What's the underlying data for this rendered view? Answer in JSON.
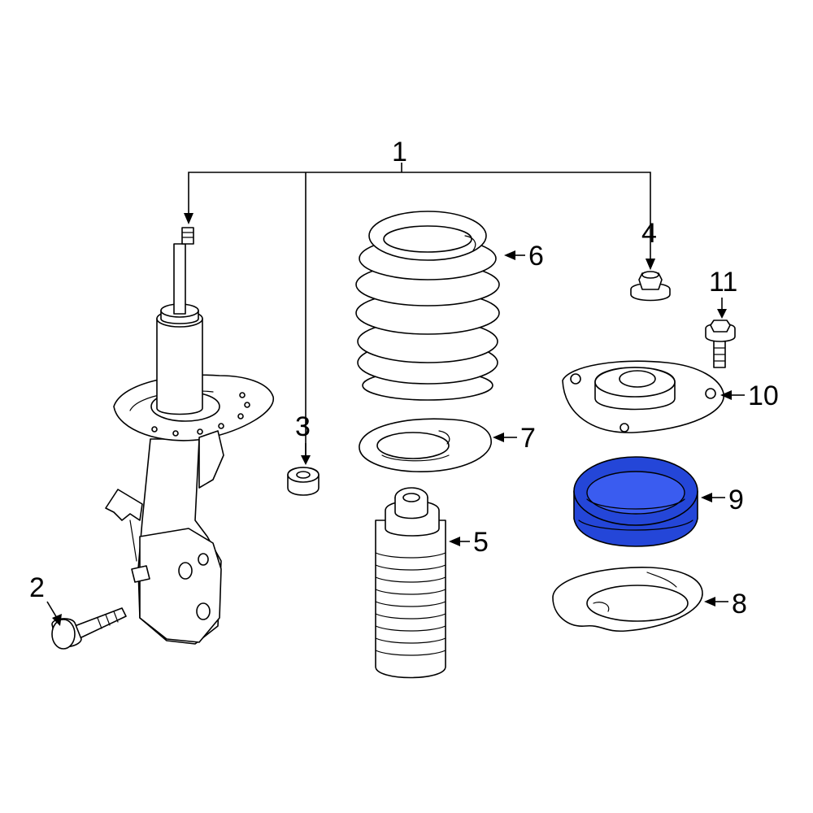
{
  "callouts": {
    "c1": "1",
    "c2": "2",
    "c3": "3",
    "c4": "4",
    "c5": "5",
    "c6": "6",
    "c7": "7",
    "c8": "8",
    "c9": "9",
    "c10": "10",
    "c11": "11"
  },
  "highlight_color": "#2446d8",
  "highlighted_part": "9"
}
